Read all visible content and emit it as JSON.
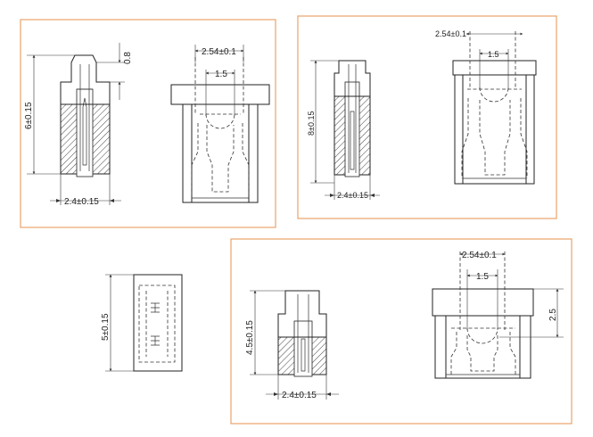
{
  "colors": {
    "frame": "#e8a46a",
    "ink": "#222222",
    "hatch": "#444444"
  },
  "panels": [
    {
      "id": "top-left",
      "dims": {
        "height": "6±0.15",
        "top": "0.8",
        "width": "2.4±0.15",
        "pitch": "2.54±0.1",
        "slot": "1.5"
      }
    },
    {
      "id": "top-right",
      "dims": {
        "height": "8±0.15",
        "width": "2.4±0.15",
        "pitch": "2.54±0.1",
        "slot": "1.5"
      }
    },
    {
      "id": "bottom-left",
      "dims": {
        "height": "5±0.15"
      }
    },
    {
      "id": "bottom-right",
      "dims": {
        "height": "4.5±0.15",
        "width": "2.4±0.15",
        "pitch": "2.54±0.1",
        "slot": "1.5",
        "side": "2.5"
      }
    }
  ]
}
